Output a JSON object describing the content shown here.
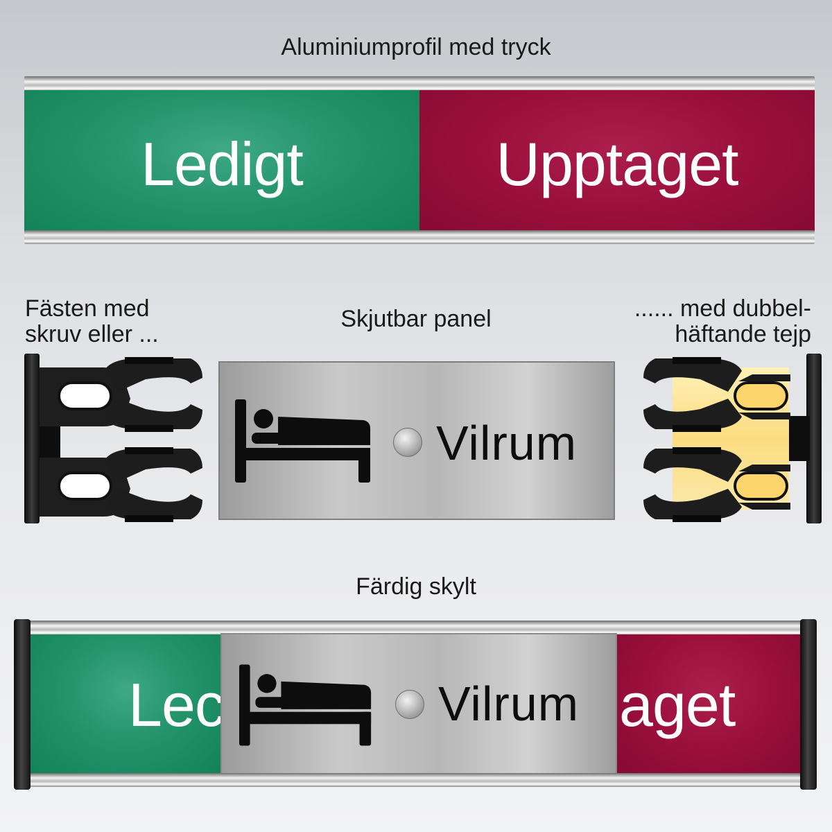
{
  "top_section": {
    "title": "Aluminiumprofil med tryck",
    "left_label": "Ledigt",
    "right_label": "Upptaget",
    "colors": {
      "green": "#1c8c64",
      "red": "#9b0f3c"
    }
  },
  "middle_section": {
    "left_caption_line1": "Fästen med",
    "left_caption_line2": "skruv eller ...",
    "center_caption": "Skjutbar panel",
    "right_caption_line1": "...... med dubbel-",
    "right_caption_line2": "häftande tejp",
    "panel": {
      "icon": "bed-person-icon",
      "text": "Vilrum"
    },
    "tape_color": "#fbe39a"
  },
  "bottom_section": {
    "title": "Färdig skylt",
    "left_visible": "Lec",
    "right_visible": "aget",
    "panel_text": "Vilrum",
    "panel_icon": "bed-person-icon"
  }
}
